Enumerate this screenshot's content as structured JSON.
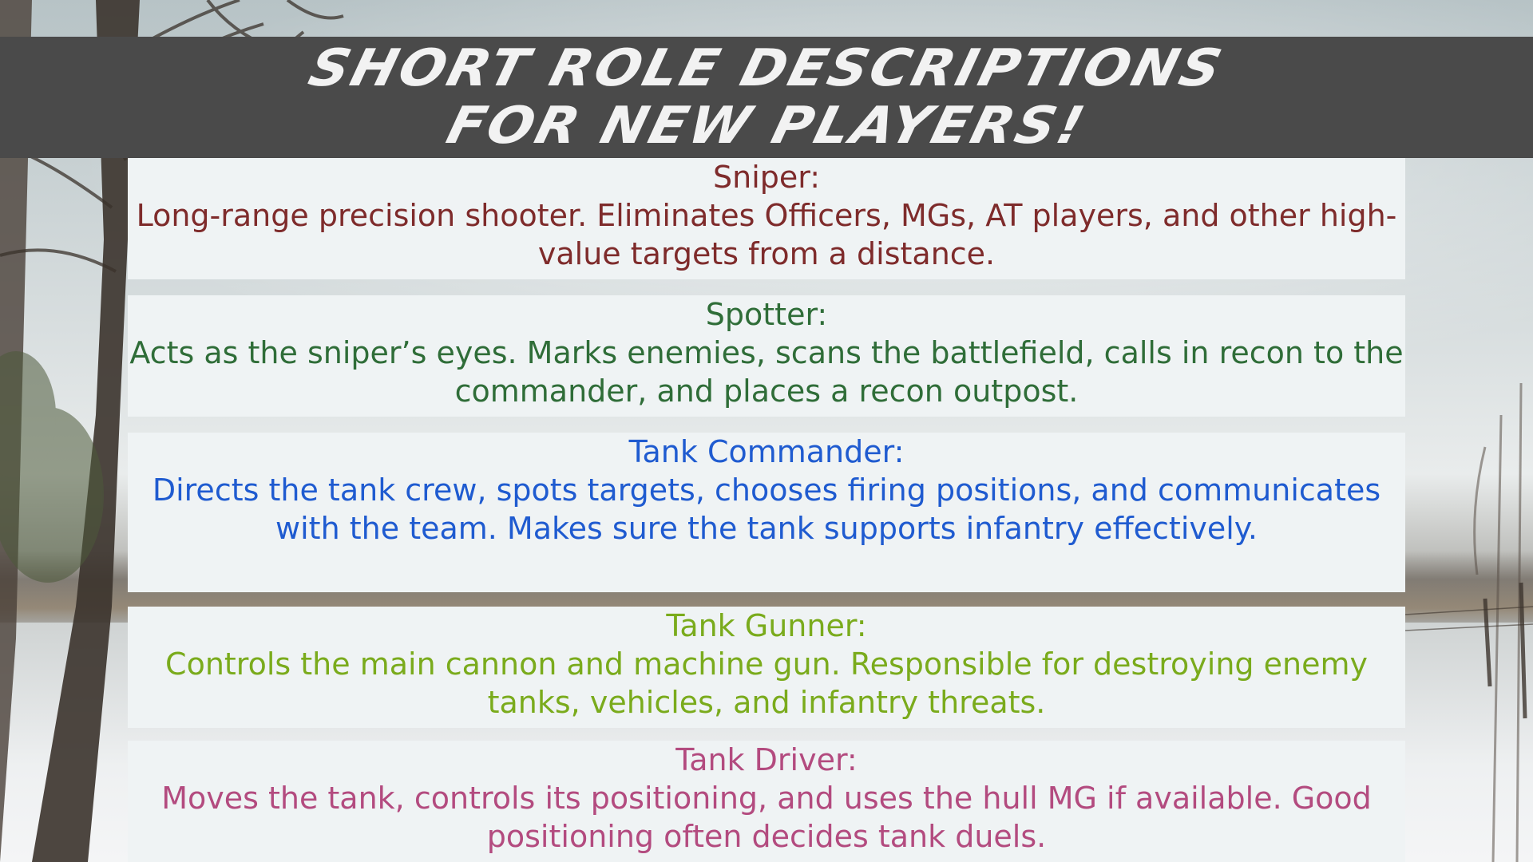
{
  "banner": {
    "line1": "SHORT ROLE DESCRIPTIONS",
    "line2": "FOR NEW PLAYERS!"
  },
  "roles": [
    {
      "name": "Sniper:",
      "description": "Long-range precision shooter. Eliminates Officers, MGs, AT players, and other high-value targets from a distance.",
      "color": "#7e2b2b"
    },
    {
      "name": "Spotter:",
      "description": "Acts as the sniper’s eyes. Marks enemies, scans the battlefield, calls in recon to the commander, and places a recon outpost.",
      "color": "#2f6d38"
    },
    {
      "name": "Tank Commander:",
      "description": "Directs the tank crew, spots targets, chooses firing positions, and communicates with the team. Makes sure the tank supports infantry effectively.",
      "color": "#1f5bd0"
    },
    {
      "name": "Tank Gunner:",
      "description": "Controls the main cannon and machine gun. Responsible for destroying enemy tanks, vehicles, and infantry threats.",
      "color": "#7aab1c"
    },
    {
      "name": "Tank Driver:",
      "description": "Moves the tank, controls its positioning, and uses the hull MG if available. Good positioning often decides tank duels.",
      "color": "#b34b7f"
    }
  ],
  "colors": {
    "banner_background": "#4a4a4a",
    "banner_text": "#f2f2f2",
    "card_background": "#eff3f4"
  }
}
